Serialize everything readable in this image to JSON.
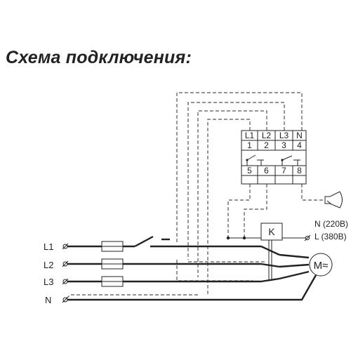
{
  "title": "Схема подключения:",
  "relay": {
    "top_terminals": [
      "L1",
      "L2",
      "L3",
      "N"
    ],
    "top_numbers": [
      "1",
      "2",
      "3",
      "4"
    ],
    "bottom_numbers": [
      "5",
      "6",
      "7",
      "8"
    ]
  },
  "contactor_label": "K",
  "motor_label": "M≈",
  "supply": {
    "neutral": "N (220В)",
    "line": "L (380В)"
  },
  "inputs": [
    "L1",
    "L2",
    "L3",
    "N"
  ],
  "colors": {
    "line": "#222222",
    "dashed": "#555555"
  }
}
